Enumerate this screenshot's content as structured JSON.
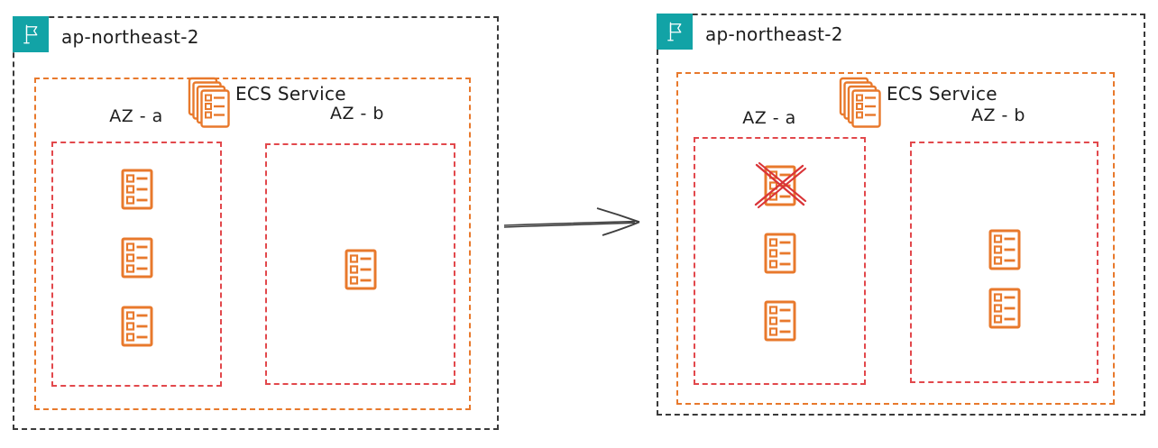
{
  "colors": {
    "region_teal": "#12a3a6",
    "orange": "#e8792c",
    "az_red": "#e2484c",
    "cross_red": "#d93438",
    "border_dark": "#3a3a3a",
    "ink": "#1d1d1d",
    "arrow_gray": "#3f3f3f"
  },
  "arrow": {
    "icon": "transition-arrow-icon"
  },
  "panels": [
    {
      "name": "before",
      "region": {
        "icon": "region-flag-icon",
        "label": "ap-northeast-2"
      },
      "service": {
        "icon": "ecs-service-stack-icon",
        "label": "ECS Service"
      },
      "zones": [
        {
          "label": "AZ - a",
          "tasks": [
            {
              "state": "running"
            },
            {
              "state": "running"
            },
            {
              "state": "running"
            }
          ]
        },
        {
          "label": "AZ - b",
          "tasks": [
            {
              "state": "running"
            }
          ]
        }
      ]
    },
    {
      "name": "after",
      "region": {
        "icon": "region-flag-icon",
        "label": "ap-northeast-2"
      },
      "service": {
        "icon": "ecs-service-stack-icon",
        "label": "ECS Service"
      },
      "zones": [
        {
          "label": "AZ - a",
          "tasks": [
            {
              "state": "terminated"
            },
            {
              "state": "running"
            },
            {
              "state": "running"
            }
          ]
        },
        {
          "label": "AZ - b",
          "tasks": [
            {
              "state": "running"
            },
            {
              "state": "running"
            }
          ]
        }
      ]
    }
  ]
}
